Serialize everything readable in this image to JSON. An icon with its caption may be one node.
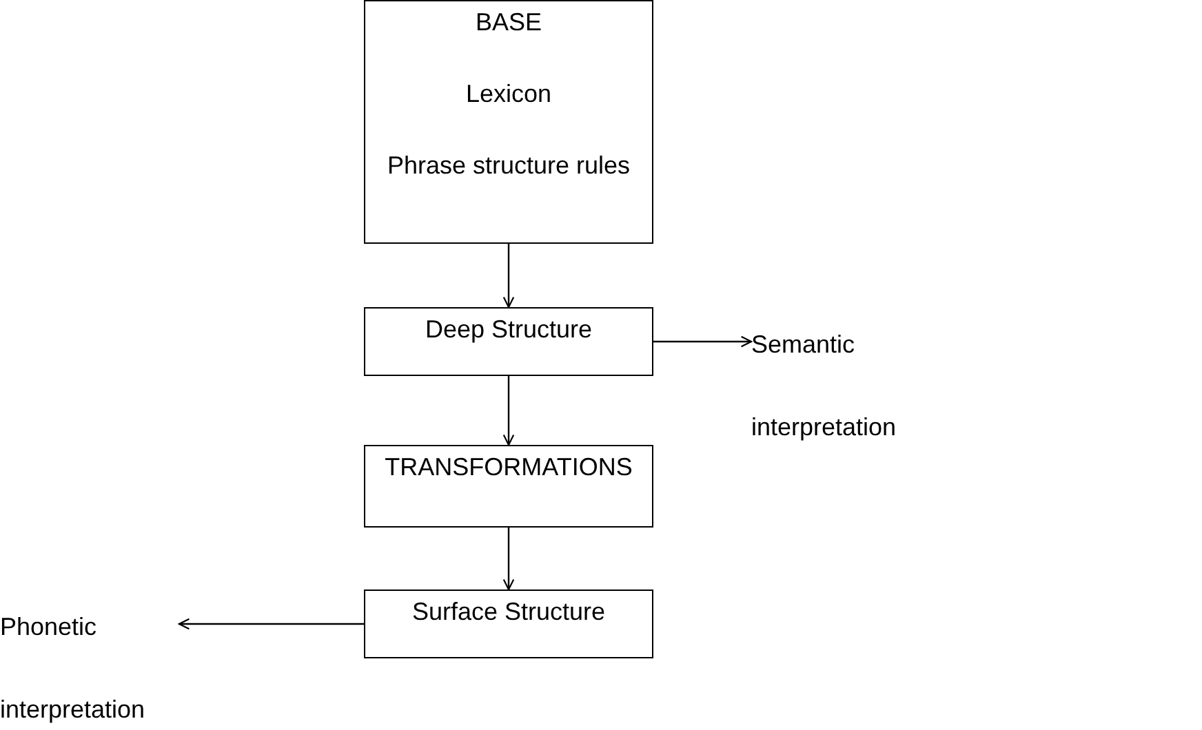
{
  "diagram": {
    "nodes": [
      {
        "text": [
          "BASE",
          "Lexicon",
          "Phrase structure rules"
        ]
      },
      {
        "text": [
          "Deep Structure"
        ]
      },
      {
        "text": [
          "Semantic interpretation"
        ]
      },
      {
        "text": [
          "TRANSFORMATIONS"
        ]
      },
      {
        "text": [
          "Surface Structure"
        ]
      },
      {
        "text": [
          "Phonetic interpretation"
        ]
      }
    ],
    "edges": [
      {
        "from": 0,
        "to": 1,
        "arrow": "to"
      },
      {
        "from": 1,
        "to": 2,
        "arrow": "to"
      },
      {
        "from": 1,
        "to": 3,
        "arrow": "to"
      },
      {
        "from": 3,
        "to": 4,
        "arrow": "to"
      },
      {
        "from": 4,
        "to": 5,
        "arrow": "to"
      }
    ]
  }
}
